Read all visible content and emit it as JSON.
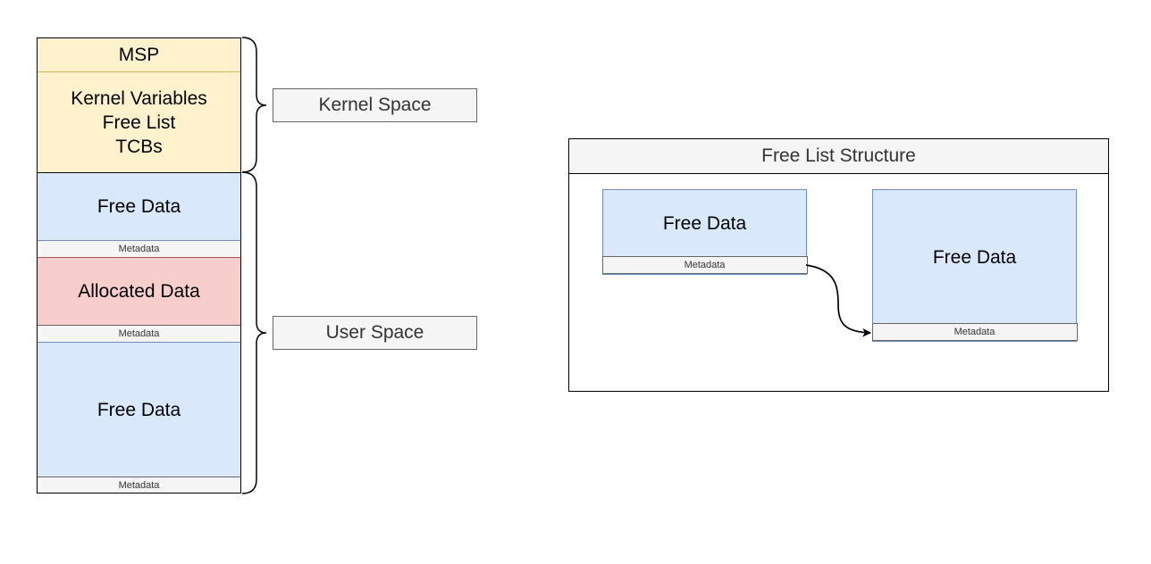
{
  "memory_layout": {
    "msp": "MSP",
    "kernel_lines": [
      "Kernel Variables",
      "Free List",
      "TCBs"
    ],
    "free_data_1": "Free Data",
    "metadata_1": "Metadata",
    "allocated_data": "Allocated Data",
    "metadata_2": "Metadata",
    "free_data_2": "Free Data",
    "metadata_3": "Metadata"
  },
  "labels": {
    "kernel_space": "Kernel Space",
    "user_space": "User Space"
  },
  "free_list": {
    "title": "Free List Structure",
    "node_1": {
      "data": "Free Data",
      "metadata": "Metadata"
    },
    "node_2": {
      "data": "Free Data",
      "metadata": "Metadata"
    }
  },
  "colors": {
    "kernel_fill": "#fff2cc",
    "free_fill": "#dae8fc",
    "allocated_fill": "#f8cecc",
    "metadata_fill": "#f5f5f5"
  }
}
